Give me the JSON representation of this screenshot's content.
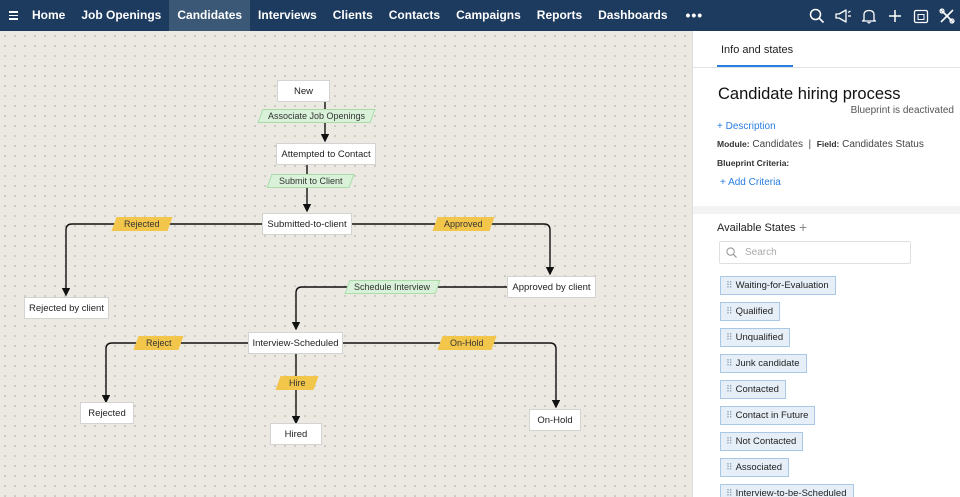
{
  "nav": {
    "items": [
      "Home",
      "Job Openings",
      "Candidates",
      "Interviews",
      "Clients",
      "Contacts",
      "Campaigns",
      "Reports",
      "Dashboards"
    ],
    "active": "Candidates",
    "more_label": "•••",
    "icons": [
      "search-icon",
      "megaphone-icon",
      "bell-icon",
      "plus-icon",
      "calendar-icon",
      "tools-icon"
    ]
  },
  "flow": {
    "states": {
      "new": "New",
      "attempted": "Attempted to Contact",
      "submitted": "Submitted-to-client",
      "rejected_by_client": "Rejected by client",
      "approved_by_client": "Approved by client",
      "interview_scheduled": "Interview-Scheduled",
      "rejected": "Rejected",
      "hired": "Hired",
      "on_hold": "On-Hold"
    },
    "transitions": {
      "associate": "Associate Job Openings",
      "submit": "Submit to Client",
      "rejected": "Rejected",
      "approved": "Approved",
      "schedule": "Schedule Interview",
      "reject": "Reject",
      "hire": "Hire",
      "on_hold": "On-Hold"
    },
    "colors": {
      "green": "#d8f1d8",
      "yellow": "#f2c54b"
    }
  },
  "panel": {
    "tab": "Info and states",
    "title": "Candidate hiring process",
    "status": "Blueprint is deactivated",
    "description_link": "+ Description",
    "module_label": "Module:",
    "module_value": "Candidates",
    "separator": "|",
    "field_label": "Field:",
    "field_value": "Candidates Status",
    "criteria_label": "Blueprint Criteria:",
    "add_criteria": "+ Add Criteria",
    "available_states_label": "Available States",
    "add_state": "+",
    "search_placeholder": "Search",
    "grip": "⠿",
    "states": [
      "Waiting-for-Evaluation",
      "Qualified",
      "Unqualified",
      "Junk candidate",
      "Contacted",
      "Contact in Future",
      "Not Contacted",
      "Associated",
      "Interview-to-be-Scheduled"
    ]
  }
}
